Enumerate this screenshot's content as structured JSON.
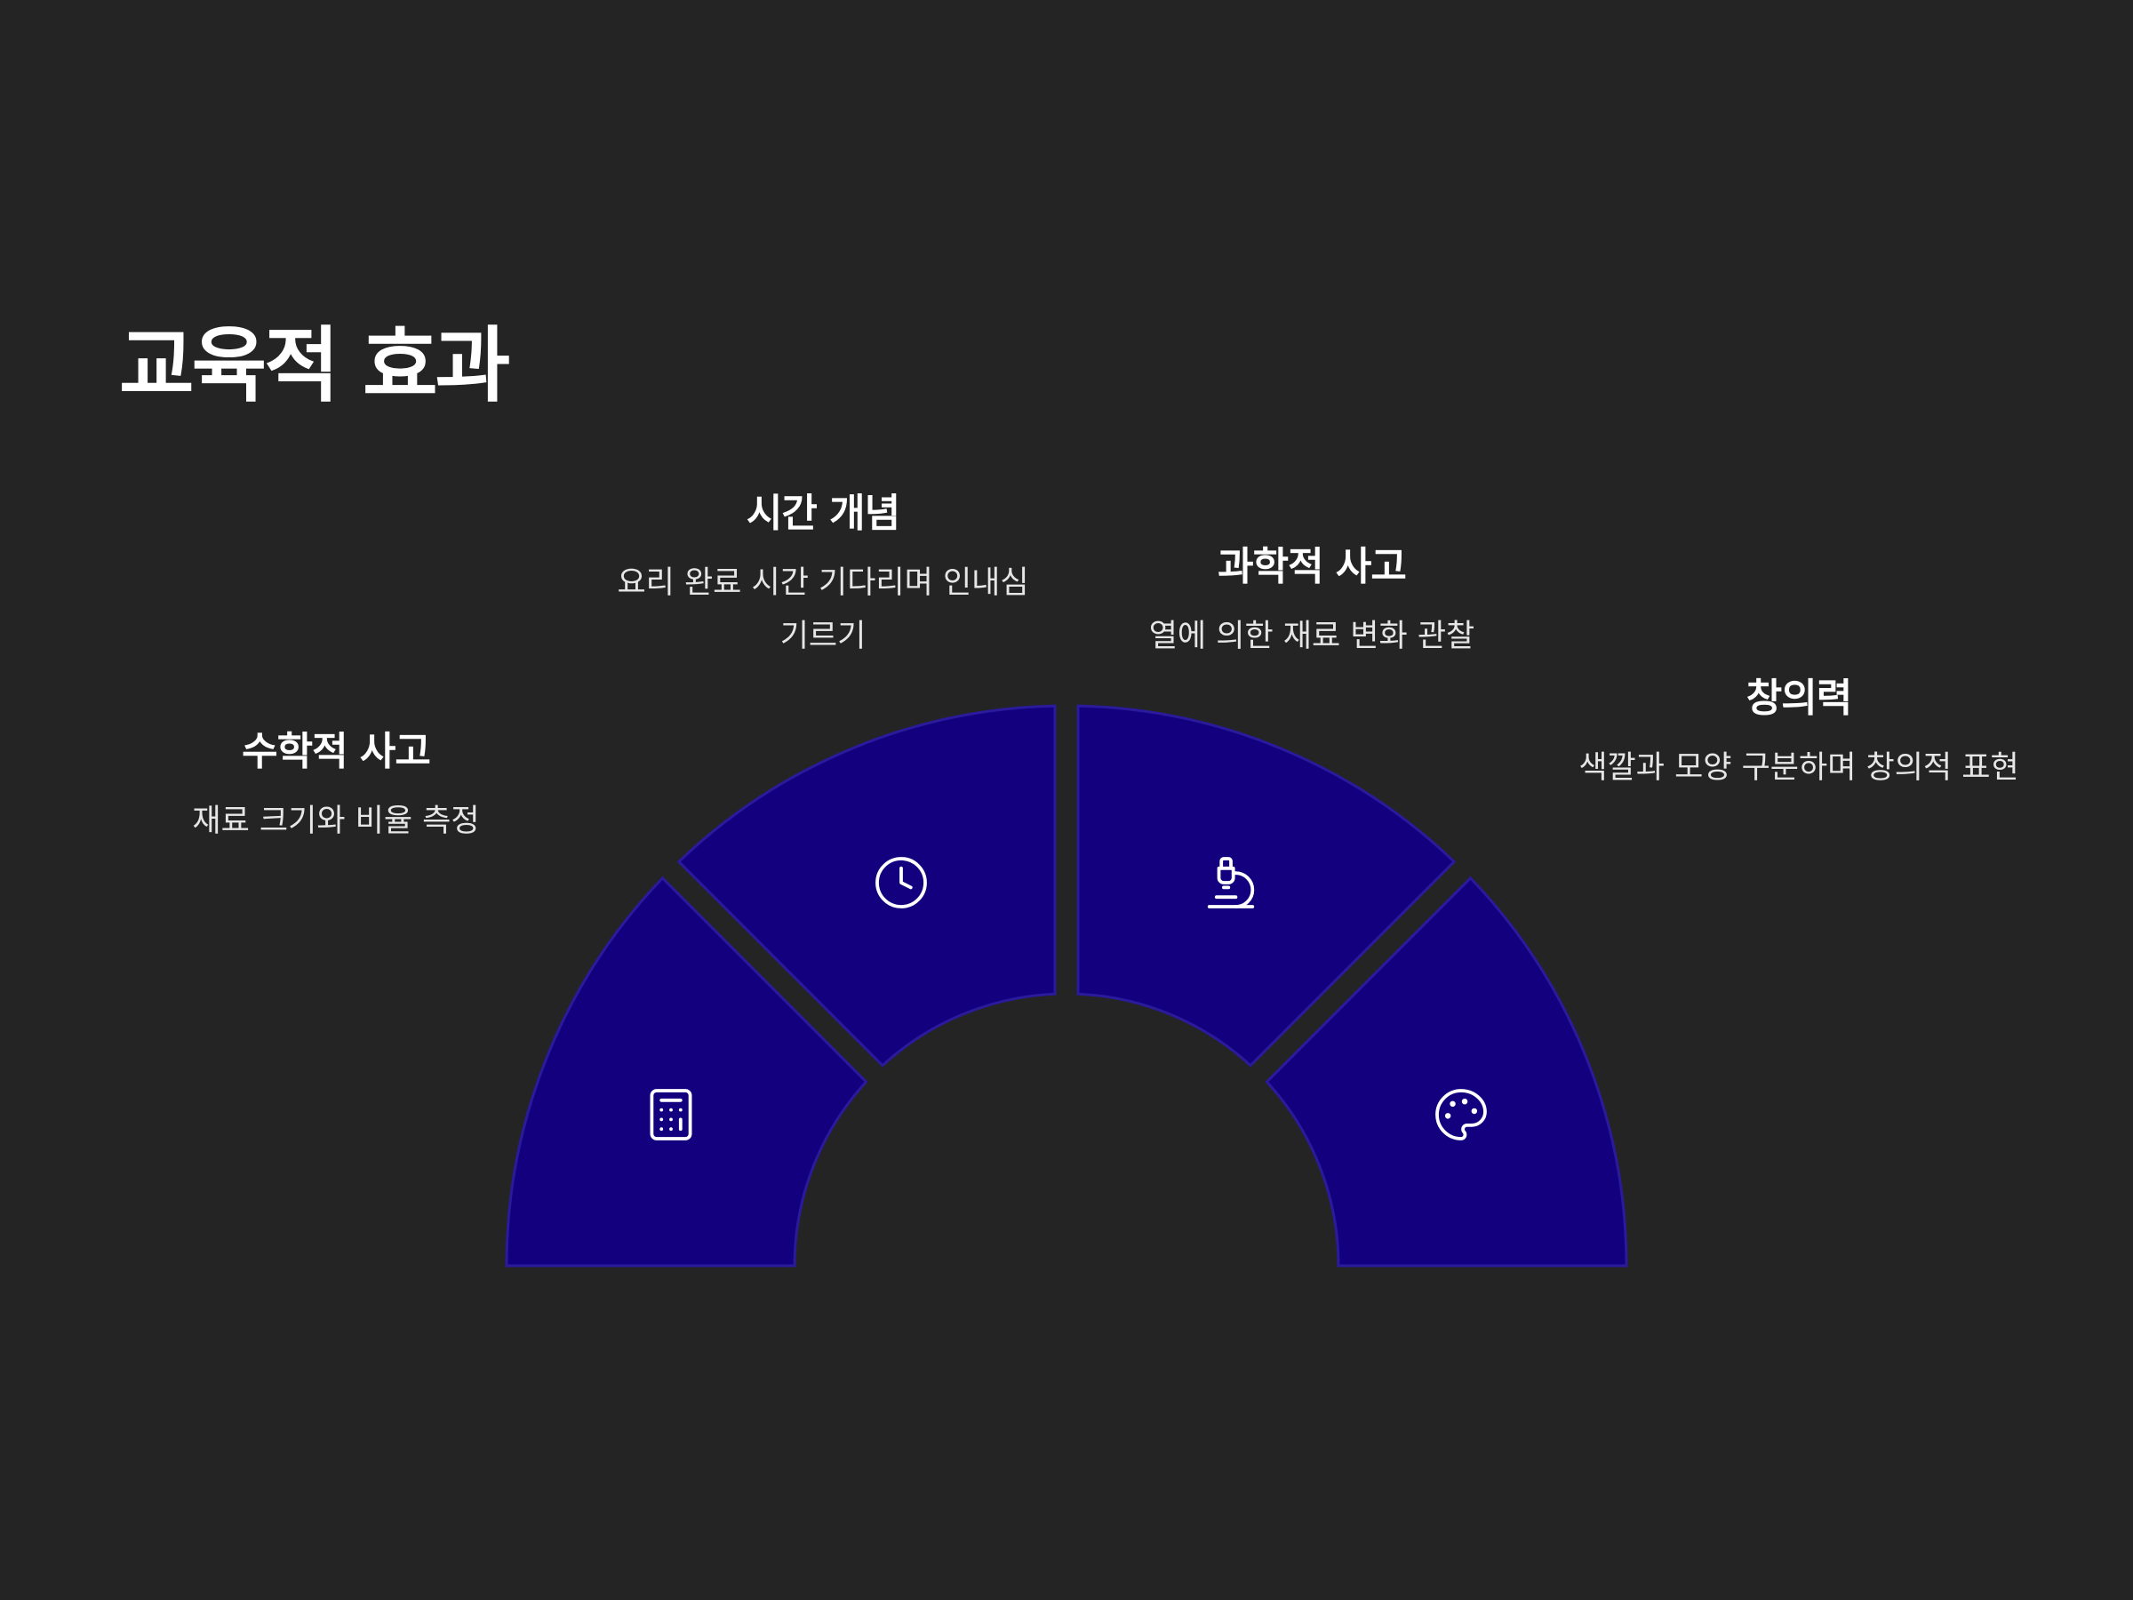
{
  "page": {
    "title": "교육적 효과"
  },
  "colors": {
    "background": "#252425",
    "segment_fill": "#12007e",
    "segment_stroke": "#2a1a9c",
    "icon_stroke": "#ffffff",
    "text": "#ffffff"
  },
  "segments": [
    {
      "title": "수학적 사고",
      "description": "재료 크기와 비율 측정",
      "icon": "calculator-icon"
    },
    {
      "title": "시간 개념",
      "description": "요리 완료 시간 기다리며 인내심 기르기",
      "icon": "clock-icon"
    },
    {
      "title": "과학적 사고",
      "description": "열에 의한 재료 변화 관찰",
      "icon": "microscope-icon"
    },
    {
      "title": "창의력",
      "description": "색깔과 모양 구분하며 창의적 표현",
      "icon": "palette-icon"
    }
  ]
}
